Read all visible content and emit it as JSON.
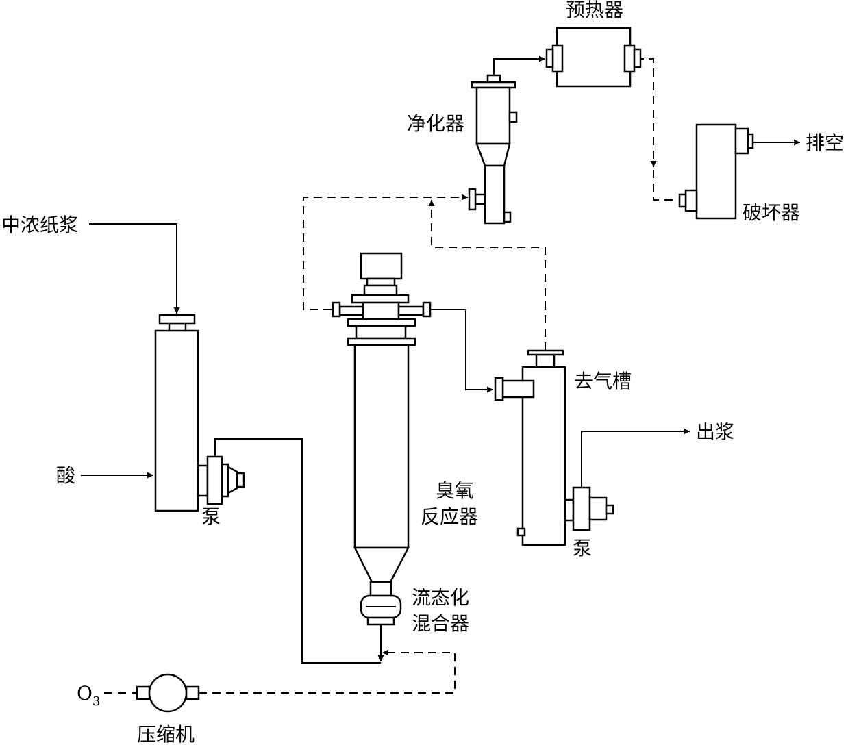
{
  "labels": {
    "preheater": "预热器",
    "purifier": "净化器",
    "vent": "排空",
    "destroyer": "破坏器",
    "medium_pulp": "中浓纸浆",
    "deaeration_tank": "去气槽",
    "pulp_out": "出浆",
    "acid": "酸",
    "pump_left": "泵",
    "pump_right": "泵",
    "ozone_reactor_line1": "臭氧",
    "ozone_reactor_line2": "反应器",
    "mixer_line1": "流态化",
    "mixer_line2": "混合器",
    "ozone_main": "O",
    "ozone_sub": "3",
    "compressor": "压缩机"
  }
}
